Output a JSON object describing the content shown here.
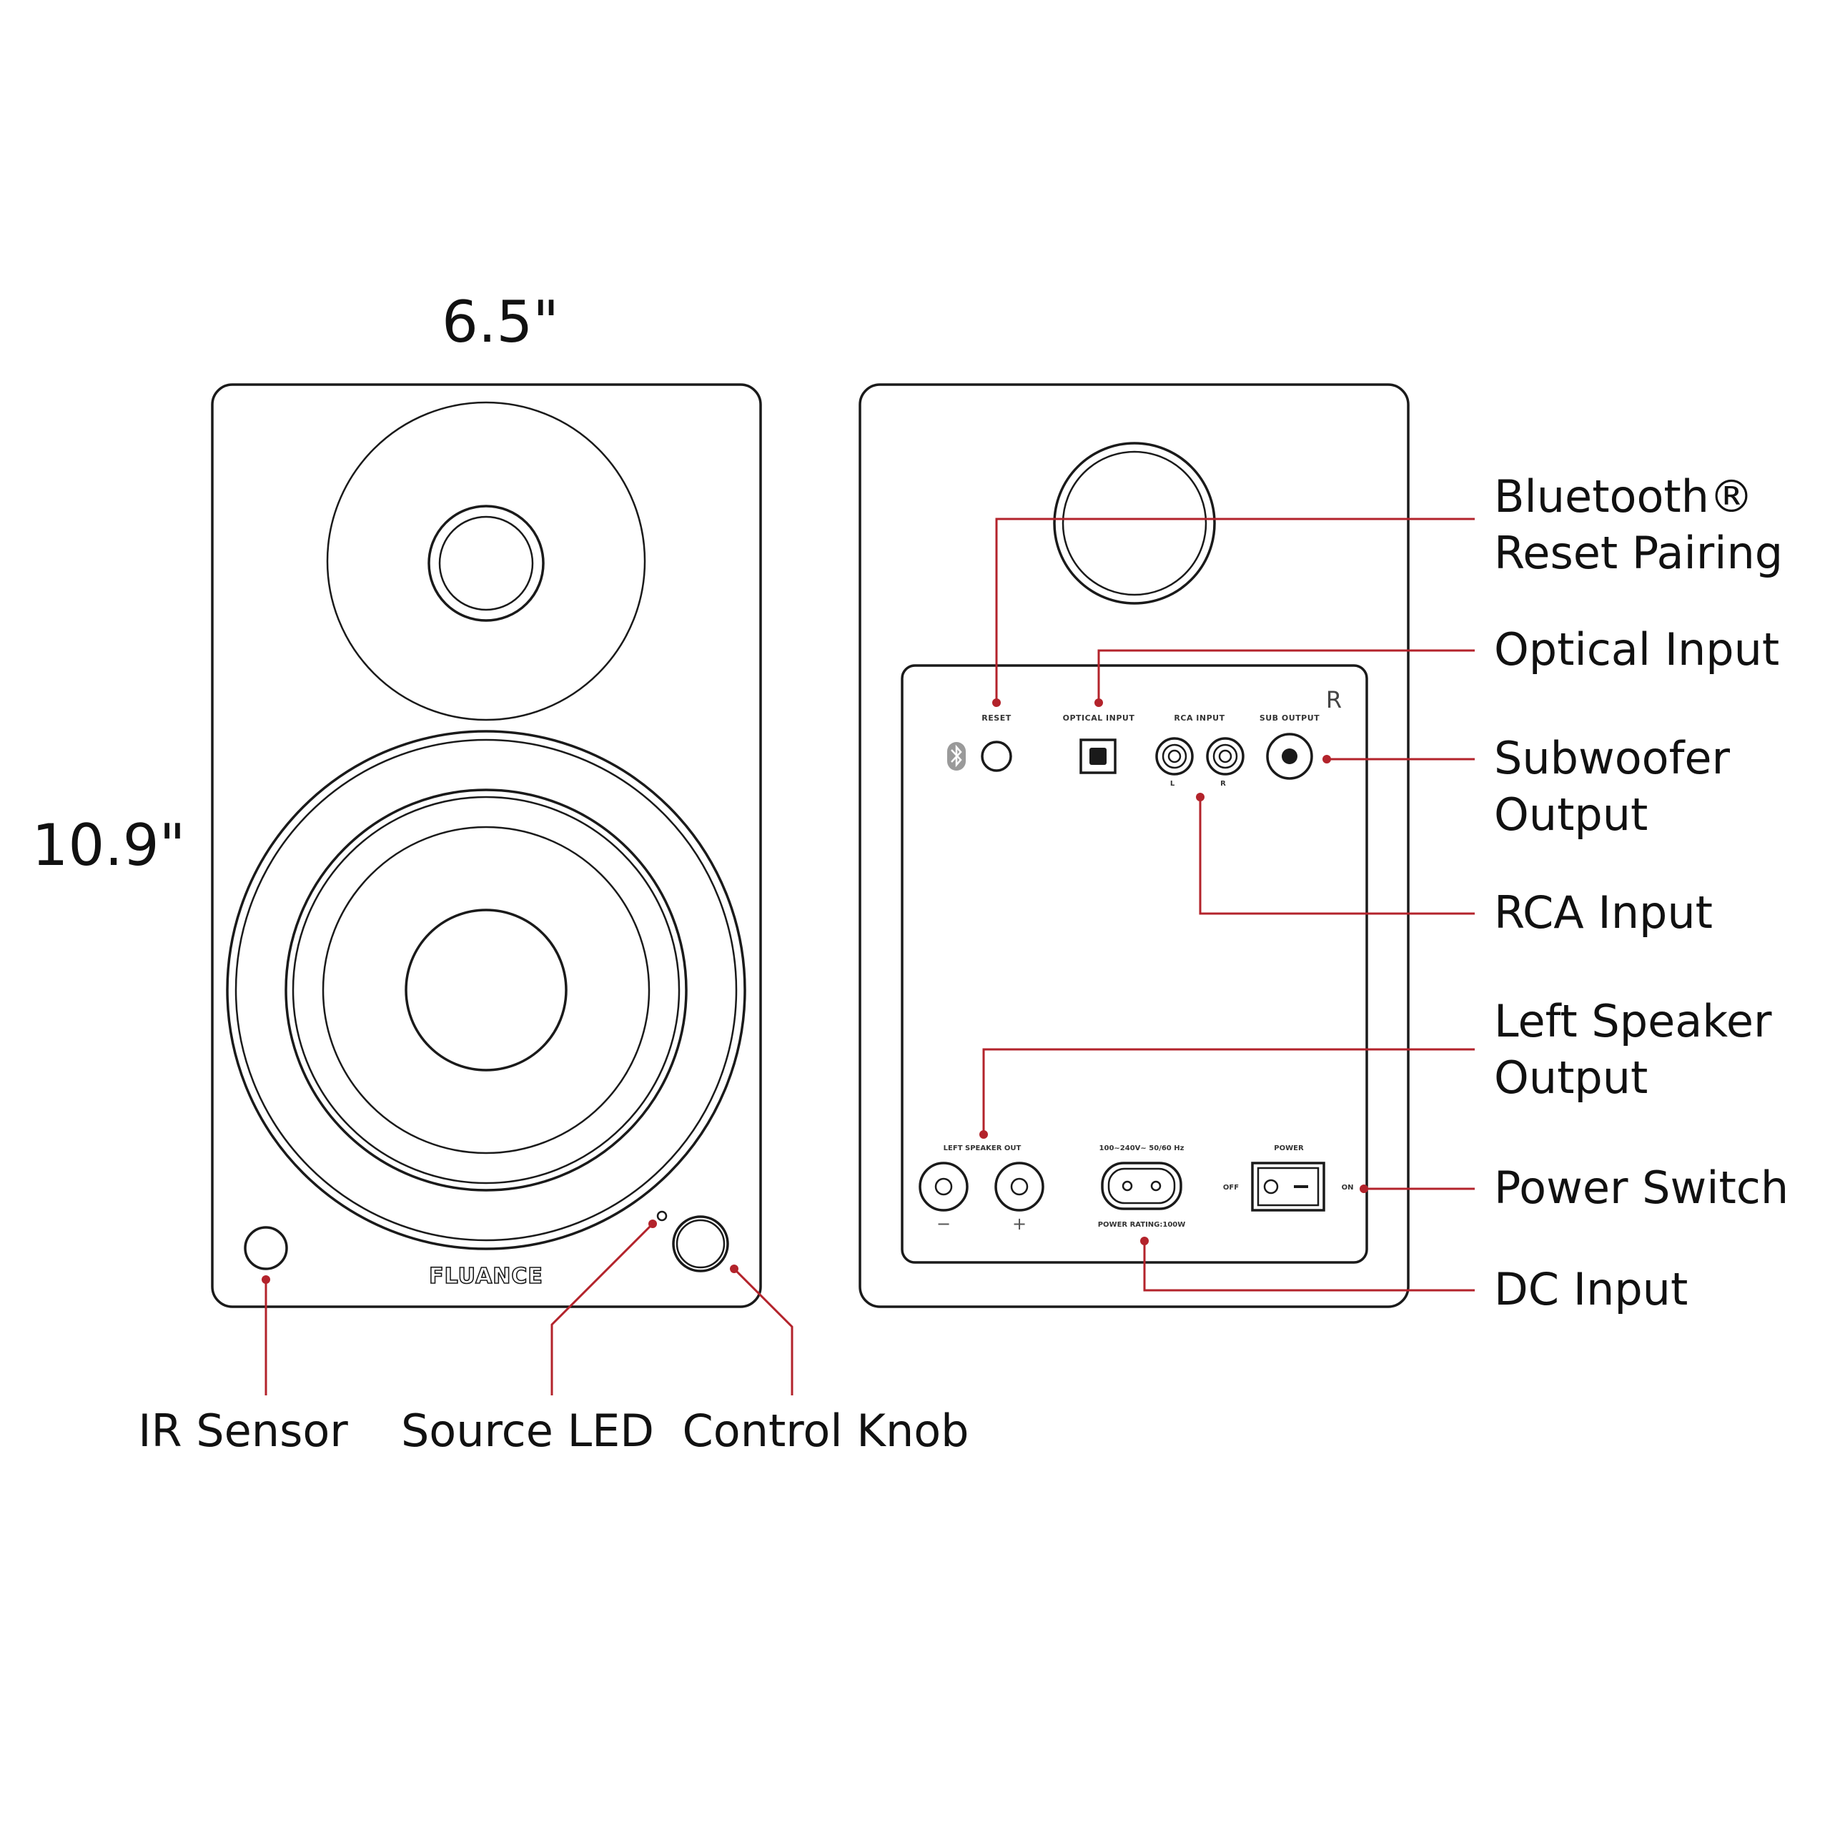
{
  "dimensions": {
    "width": "6.5\"",
    "height": "10.9\""
  },
  "front_callouts": {
    "ir_sensor": "IR Sensor",
    "source_led": "Source LED",
    "control_knob": "Control Knob"
  },
  "rear_callouts": {
    "bluetooth_reset_line1": "Bluetooth®",
    "bluetooth_reset_line2": "Reset Pairing",
    "optical_input": "Optical Input",
    "subwoofer_output_line1": "Subwoofer",
    "subwoofer_output_line2": "Output",
    "rca_input": "RCA Input",
    "left_speaker_output_line1": "Left Speaker",
    "left_speaker_output_line2": "Output",
    "power_switch": "Power Switch",
    "dc_input": "DC Input"
  },
  "front_panel": {
    "logo": "FLUANCE"
  },
  "rear_panel": {
    "side_marker": "R",
    "reset_label": "RESET",
    "optical_label": "OPTICAL INPUT",
    "rca_label": "RCA INPUT",
    "rca_left": "L",
    "rca_right": "R",
    "sub_output_label": "SUB OUTPUT",
    "left_speaker_out_label": "LEFT SPEAKER OUT",
    "minus": "−",
    "plus": "+",
    "voltage_label": "100~240V~ 50/60 Hz",
    "power_rating_label": "POWER RATING:100W",
    "power_label": "POWER",
    "off_label": "OFF",
    "on_label": "ON"
  },
  "colors": {
    "leader": "#b3232b",
    "outline": "#1a1a1a"
  }
}
